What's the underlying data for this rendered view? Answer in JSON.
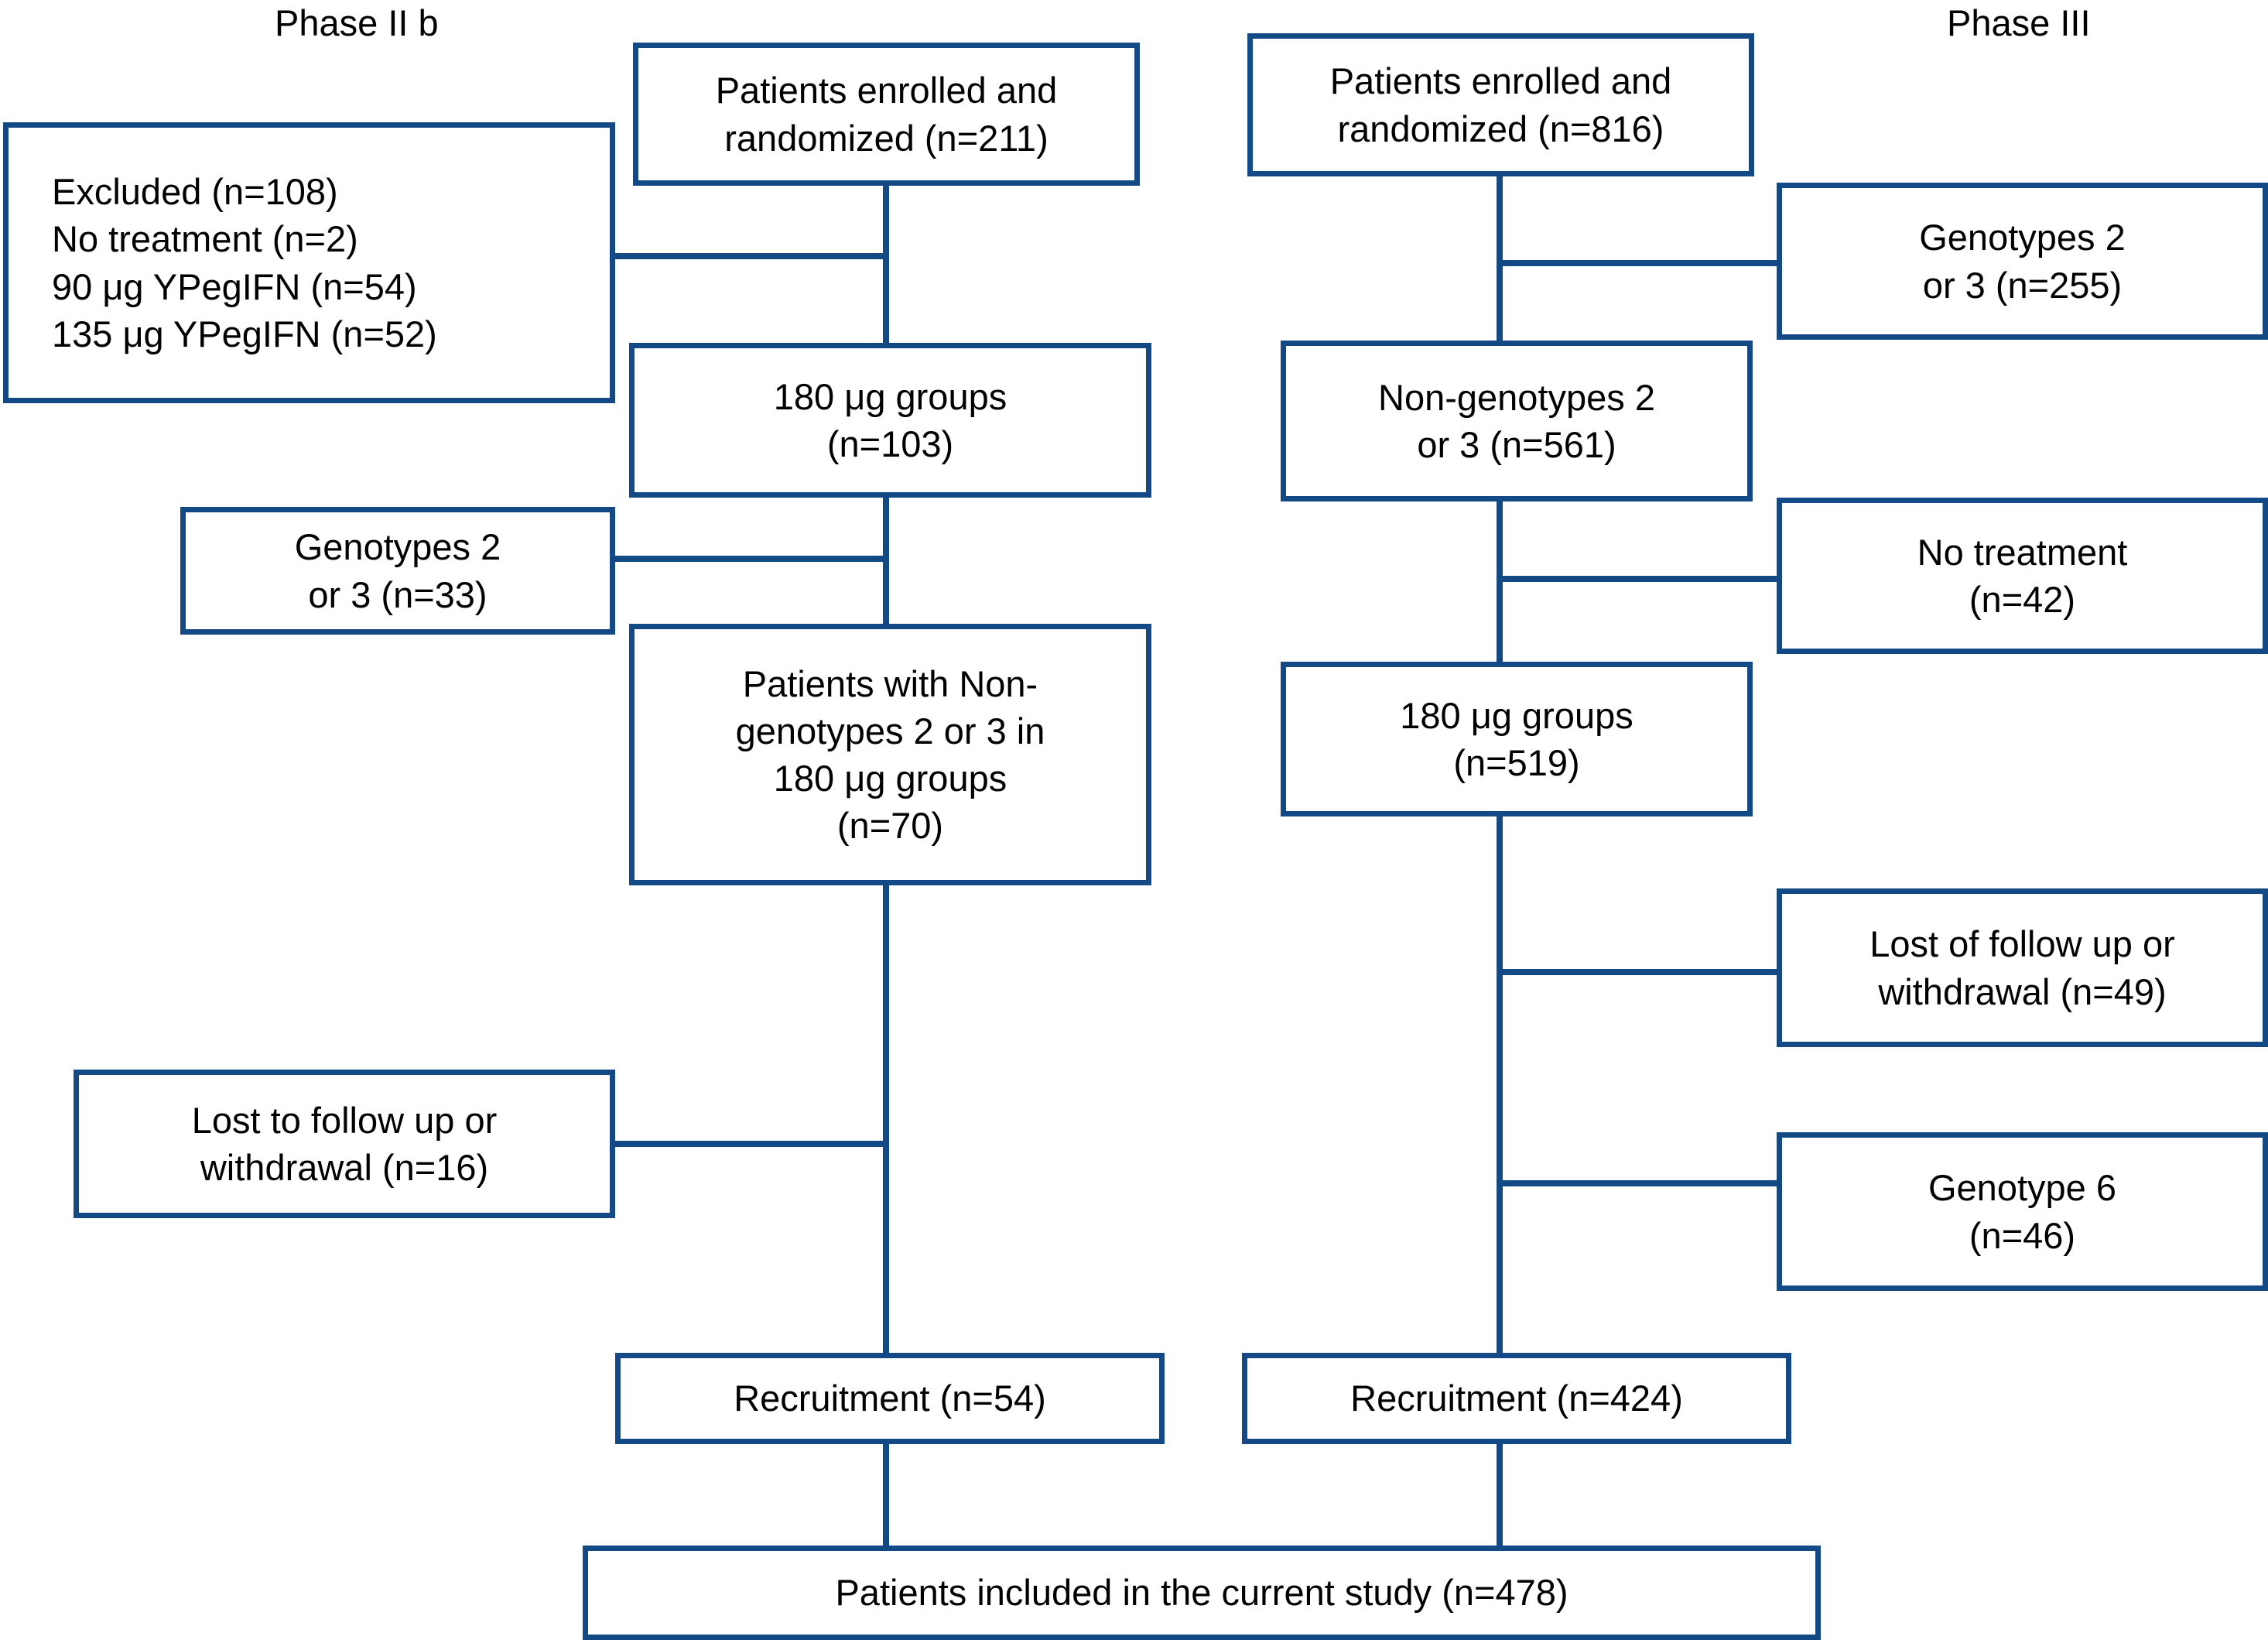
{
  "diagram": {
    "title_left": "Phase II b",
    "title_right": "Phase III",
    "accent_color": "#134a85",
    "text_color": "#000000",
    "background_color": "#ffffff"
  },
  "nodes": {
    "phase2_enrolled": "Patients enrolled and\nrandomized (n=211)",
    "phase2_excluded": "Excluded (n=108)\n  No treatment (n=2)\n  90 μg YPegIFN (n=54)\n  135 μg YPegIFN (n=52)",
    "phase2_180_groups": "180 μg groups\n(n=103)",
    "phase2_genotypes23": "Genotypes 2\nor 3 (n=33)",
    "phase2_nongenotypes": "Patients with Non-\ngenotypes 2 or 3 in\n180 μg groups\n(n=70)",
    "phase2_lost": "Lost to follow up or\nwithdrawal (n=16)",
    "phase2_recruitment": "Recruitment (n=54)",
    "phase3_enrolled": "Patients enrolled and\nrandomized (n=816)",
    "phase3_genotypes23": "Genotypes 2\nor 3 (n=255)",
    "phase3_nongenotypes": "Non-genotypes 2\nor 3 (n=561)",
    "phase3_no_treatment": "No treatment\n(n=42)",
    "phase3_180_groups": "180 μg groups\n(n=519)",
    "phase3_lost": "Lost of follow up or\nwithdrawal (n=49)",
    "phase3_genotype6": "Genotype 6\n(n=46)",
    "phase3_recruitment": "Recruitment (n=424)",
    "final_included": "Patients included in the current study (n=478)"
  },
  "chart_data": {
    "type": "flowchart",
    "title": "Patient flow diagram",
    "arms": [
      {
        "name": "Phase II b",
        "steps": [
          {
            "label": "Patients enrolled and randomized",
            "n": 211
          },
          {
            "label": "Excluded",
            "n": 108,
            "side": true,
            "breakdown": [
              {
                "label": "No treatment",
                "n": 2
              },
              {
                "label": "90 μg YPegIFN",
                "n": 54
              },
              {
                "label": "135 μg YPegIFN",
                "n": 52
              }
            ]
          },
          {
            "label": "180 μg groups",
            "n": 103
          },
          {
            "label": "Genotypes 2 or 3",
            "n": 33,
            "side": true
          },
          {
            "label": "Patients with Non-genotypes 2 or 3 in 180 μg groups",
            "n": 70
          },
          {
            "label": "Lost to follow up or withdrawal",
            "n": 16,
            "side": true
          },
          {
            "label": "Recruitment",
            "n": 54
          }
        ]
      },
      {
        "name": "Phase III",
        "steps": [
          {
            "label": "Patients enrolled and randomized",
            "n": 816
          },
          {
            "label": "Genotypes 2 or 3",
            "n": 255,
            "side": true
          },
          {
            "label": "Non-genotypes 2 or 3",
            "n": 561
          },
          {
            "label": "No treatment",
            "n": 42,
            "side": true
          },
          {
            "label": "180 μg groups",
            "n": 519
          },
          {
            "label": "Lost of follow up or withdrawal",
            "n": 49,
            "side": true
          },
          {
            "label": "Genotype 6",
            "n": 46,
            "side": true
          },
          {
            "label": "Recruitment",
            "n": 424
          }
        ]
      }
    ],
    "final": {
      "label": "Patients included in the current study",
      "n": 478
    }
  }
}
